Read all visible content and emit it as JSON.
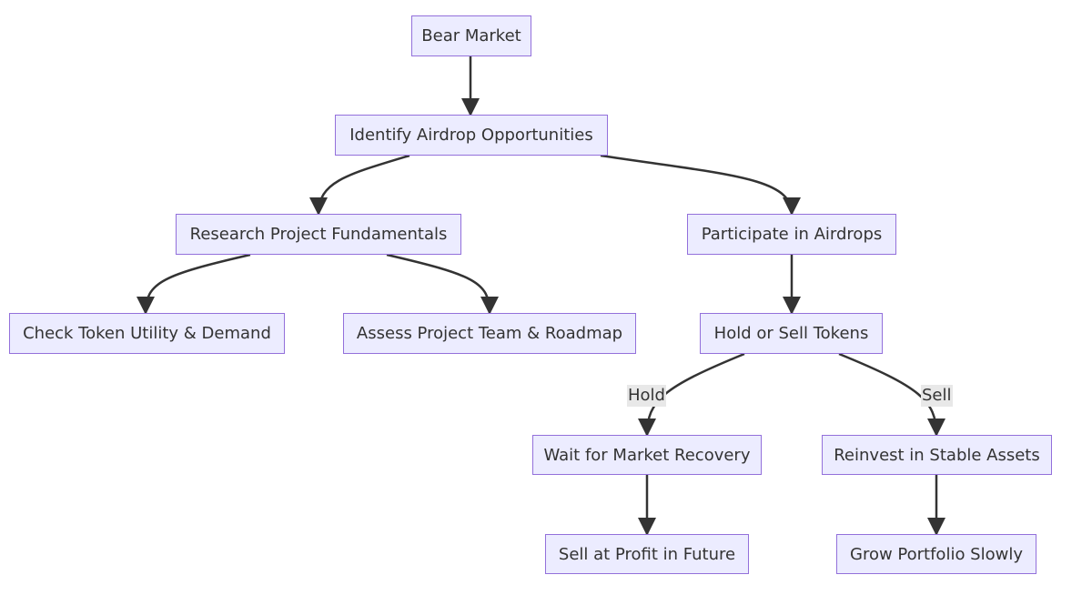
{
  "nodes": {
    "bear_market": "Bear Market",
    "identify": "Identify Airdrop Opportunities",
    "research": "Research Project Fundamentals",
    "participate": "Participate in Airdrops",
    "check_token": "Check Token Utility & Demand",
    "assess_team": "Assess Project Team & Roadmap",
    "hold_or_sell": "Hold or Sell Tokens",
    "wait_recovery": "Wait for Market Recovery",
    "reinvest": "Reinvest in Stable Assets",
    "sell_profit": "Sell at Profit in Future",
    "grow_portfolio": "Grow Portfolio Slowly"
  },
  "edge_labels": {
    "hold": "Hold",
    "sell": "Sell"
  },
  "colors": {
    "node_fill": "#ececff",
    "node_border": "#9370db",
    "edge": "#333333",
    "label_bg": "#e8e8e8"
  }
}
